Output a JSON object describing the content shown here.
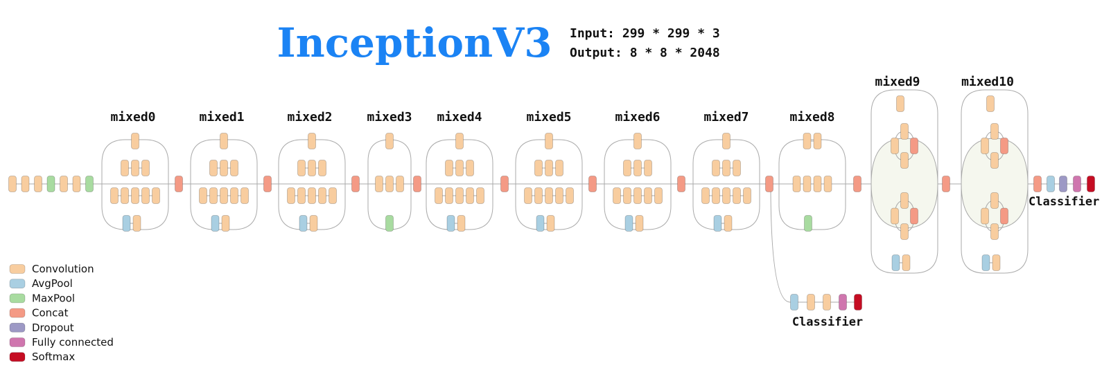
{
  "title": "InceptionV3",
  "io": {
    "input": "Input: 299 * 299 * 3",
    "output": "Output: 8 * 8 * 2048"
  },
  "colors": {
    "convolution": "#f8cd9f",
    "avgpool": "#a9cfe2",
    "maxpool": "#a8dba0",
    "concat": "#f49a85",
    "dropout": "#9d99c5",
    "fully_connected": "#cf76ae",
    "softmax": "#c50d23",
    "line": "#aaaaaa",
    "title": "#1b83f4"
  },
  "legend": [
    {
      "key": "convolution",
      "label": "Convolution"
    },
    {
      "key": "avgpool",
      "label": "AvgPool"
    },
    {
      "key": "maxpool",
      "label": "MaxPool"
    },
    {
      "key": "concat",
      "label": "Concat"
    },
    {
      "key": "dropout",
      "label": "Dropout"
    },
    {
      "key": "fully_connected",
      "label": "Fully connected"
    },
    {
      "key": "softmax",
      "label": "Softmax"
    }
  ],
  "stem": [
    "convolution",
    "convolution",
    "convolution",
    "maxpool",
    "convolution",
    "convolution",
    "maxpool"
  ],
  "modules": [
    {
      "label": "mixed0",
      "type": "A"
    },
    {
      "label": "mixed1",
      "type": "A"
    },
    {
      "label": "mixed2",
      "type": "A"
    },
    {
      "label": "mixed3",
      "type": "B"
    },
    {
      "label": "mixed4",
      "type": "C"
    },
    {
      "label": "mixed5",
      "type": "C"
    },
    {
      "label": "mixed6",
      "type": "C"
    },
    {
      "label": "mixed7",
      "type": "C"
    },
    {
      "label": "mixed8",
      "type": "D"
    },
    {
      "label": "mixed9",
      "type": "E"
    },
    {
      "label": "mixed10",
      "type": "E"
    }
  ],
  "aux_classifier": {
    "label": "Classifier",
    "layers": [
      "avgpool",
      "convolution",
      "convolution",
      "fully_connected",
      "softmax"
    ]
  },
  "final_classifier": {
    "label": "Classifier",
    "layers": [
      "concat",
      "avgpool",
      "dropout",
      "fully_connected",
      "softmax"
    ]
  }
}
